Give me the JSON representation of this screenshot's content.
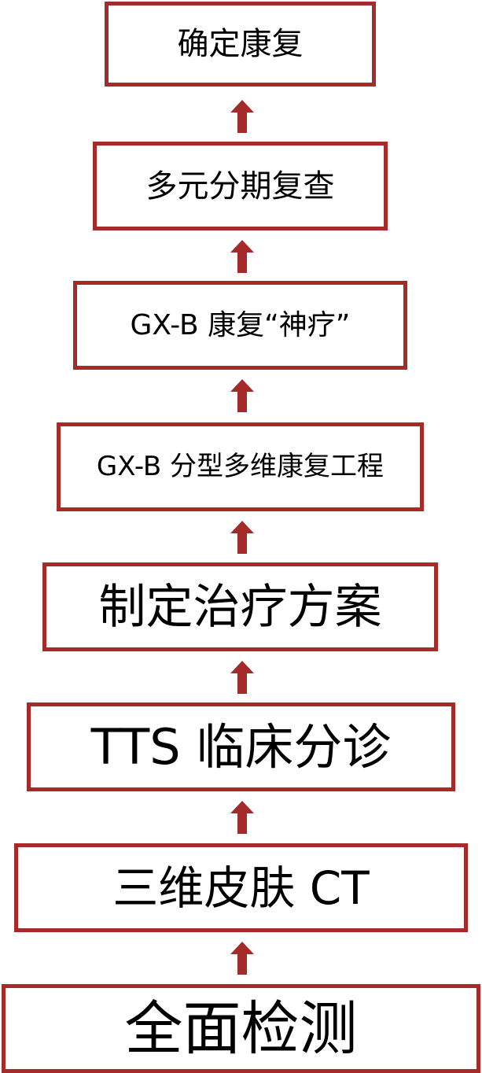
{
  "flowchart": {
    "border_color": "#a52a2a",
    "arrow_color": "#a52a2a",
    "direction": "bottom-to-top",
    "steps": [
      {
        "label": "确定康复"
      },
      {
        "label": "多元分期复查"
      },
      {
        "label": "GX-B 康复“神疗”"
      },
      {
        "label": "GX-B 分型多维康复工程"
      },
      {
        "label": "制定治疗方案"
      },
      {
        "label": "TTS 临床分诊"
      },
      {
        "label": "三维皮肤 CT"
      },
      {
        "label": "全面检测"
      }
    ]
  }
}
